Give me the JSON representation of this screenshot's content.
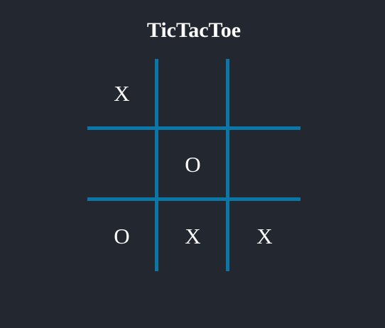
{
  "game": {
    "title": "TicTacToe",
    "colors": {
      "background": "#23272f",
      "grid": "#0b77a7",
      "marks": "#ffffff"
    },
    "board": [
      [
        "X",
        "",
        ""
      ],
      [
        "",
        "O",
        ""
      ],
      [
        "O",
        "X",
        "X"
      ]
    ]
  }
}
